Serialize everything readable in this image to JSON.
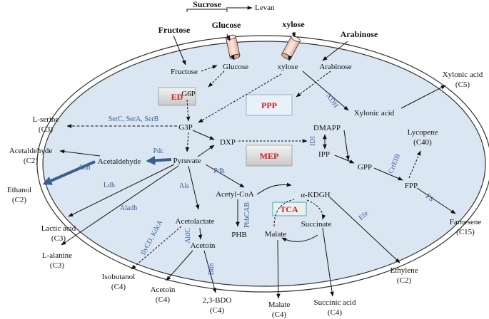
{
  "nodes": {
    "sucrose": "Sucrose",
    "levan": "Levan",
    "fructose_out": "Fructose",
    "glucose_out": "Glucose",
    "xylose_out": "xylose",
    "arabinose_out": "Arabinose",
    "fructose": "Fructose",
    "glucose": "Glucose",
    "xylose": "xylose",
    "arabinose": "Arabinose",
    "g6p": "G6P",
    "g3p": "G3P",
    "dxp": "DXP",
    "dmapp": "DMAPP",
    "ipp": "IPP",
    "gpp": "GPP",
    "fpp": "FPP",
    "xylonic_acid": "Xylonic acid",
    "pyruvate": "Pyruvate",
    "acetaldehyde": "Acetaldehyde",
    "acetyl_coa": "Acetyl-CoA",
    "akdgh": "α-KDGH",
    "succinate": "Succinate",
    "malate": "Malate",
    "acetolactate": "Acetolactate",
    "acetoin": "Acetoin",
    "phb": "PHB"
  },
  "products": {
    "xylonic_c5_name": "Xylonic acid",
    "xylonic_c5_c": "(C5)",
    "lserine_name": "L-serine",
    "lserine_c": "(C3)",
    "acetaldehyde_name": "Acetaldehyde",
    "acetaldehyde_c": "(C2)",
    "ethanol_name": "Ethanol",
    "ethanol_c": "(C2)",
    "lycopene_name": "Lycopene",
    "lycopene_c": "(C40)",
    "lactic_name": "Lactic acid",
    "lactic_c": "(C3)",
    "lalanine_name": "L-alanine",
    "lalanine_c": "(C3)",
    "isobutanol_name": "Isobutanol",
    "isobutanol_c": "(C4)",
    "acetoin_name": "Acetoin",
    "acetoin_c": "(C4)",
    "bdo_name": "2,3-BDO",
    "bdo_c": "(C4)",
    "malate_name": "Malate",
    "malate_c": "(C4)",
    "succinic_name": "Succinic acid",
    "succinic_c": "(C4)",
    "ethylene_name": "Ethylene",
    "ethylene_c": "(C2)",
    "farnesene_name": "Farnesene",
    "farnesene_c": "(C15)"
  },
  "enzymes": {
    "ser": "SerC, SerA, SerB",
    "xdh": "XDH",
    "pdc": "Pdc",
    "adh": "Adh",
    "ldh": "Ldh",
    "aladh": "Aladh",
    "pdh": "Pdh",
    "als": "Als",
    "ilv": "IlvCD, KdcA",
    "aldc": "AldC",
    "bdh": "Bdh",
    "phb": "PhbCAB",
    "idi": "IDI",
    "crt": "CrtEIB",
    "fs": "FS",
    "efe": "Efe"
  },
  "pathways": {
    "ed": "ED",
    "ppp": "PPP",
    "mep": "MEP",
    "tca": "TCA"
  },
  "colors": {
    "cell_fill": "#dbe6f3",
    "enzyme": "#3a62a0",
    "pathway_text": "#d22020",
    "thick_arrow": "#3b5e8c"
  }
}
